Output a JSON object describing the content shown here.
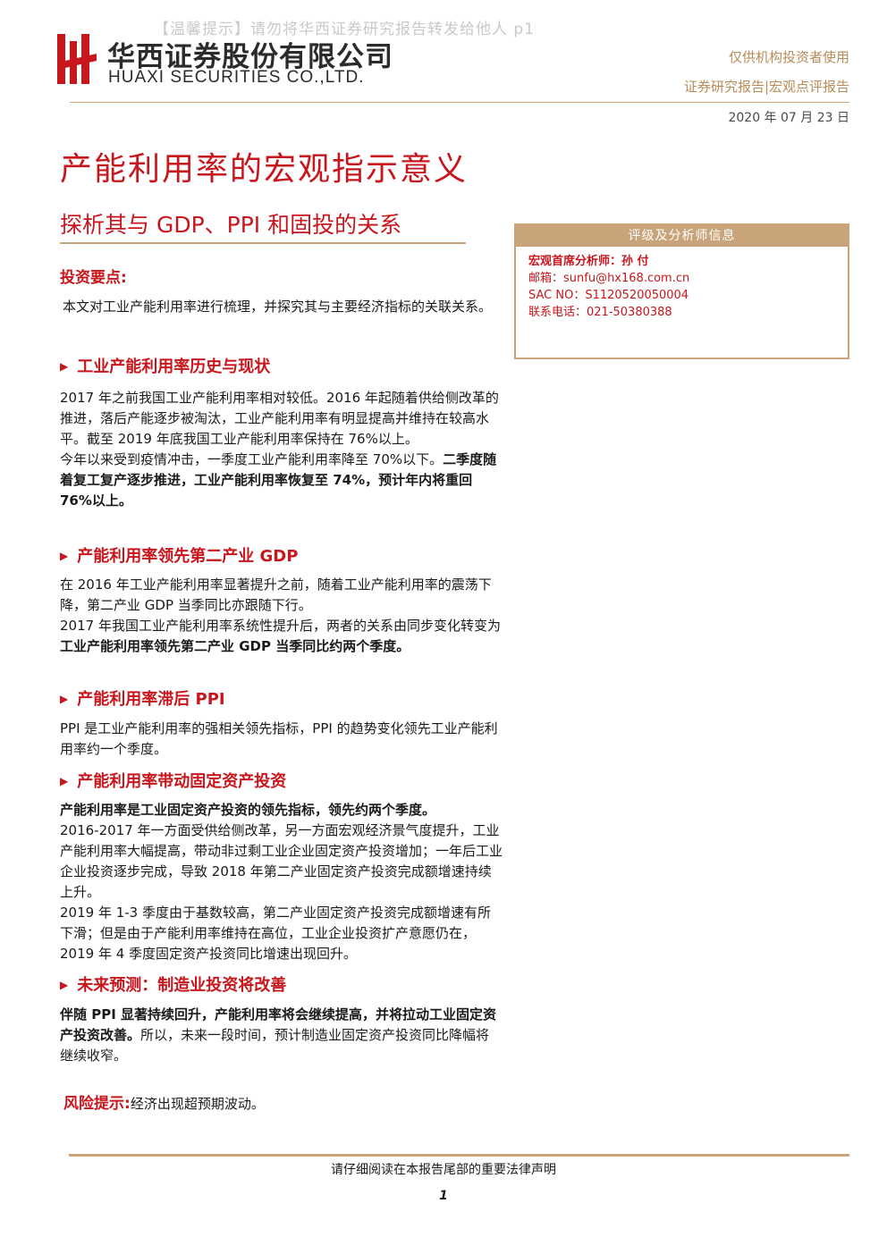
{
  "watermark": "【温馨提示】请勿将华西证券研究报告转发给他人 p1",
  "header": {
    "company_cn": "华西证券股份有限公司",
    "company_en": "HUAXI SECURITIES CO.,LTD.",
    "audience": "仅供机构投资者使用",
    "report_type": "证券研究报告|宏观点评报告",
    "date": "2020 年 07 月 23 日",
    "brand_color": "#c8161d",
    "accent_color": "#c9a47a"
  },
  "title": "产能利用率的宏观指示意义",
  "subtitle": "探析其与 GDP、PPI 和固投的关系",
  "key_points_label": "投资要点:",
  "intro": "本文对工业产能利用率进行梳理，并探究其与主要经济指标的关联关系。",
  "analyst_box": {
    "header": "评级及分析师信息",
    "name_line": "宏观首席分析师：孙 付",
    "email": "邮箱：sunfu@hx168.com.cn",
    "sac": "SAC NO：S1120520050004",
    "phone": "联系电话：021-50380388"
  },
  "sections": [
    {
      "heading": "工业产能利用率历史与现状",
      "p1": "2017 年之前我国工业产能利用率相对较低。2016 年起随着供给侧改革的推进，落后产能逐步被淘汰，工业产能利用率有明显提高并维持在较高水平。截至 2019 年底我国工业产能利用率保持在 76%以上。",
      "p2_normal": "今年以来受到疫情冲击，一季度工业产能利用率降至 70%以下。",
      "p2_bold": "二季度随着复工复产逐步推进，工业产能利用率恢复至 74%，预计年内将重回 76%以上。"
    },
    {
      "heading": "产能利用率领先第二产业 GDP",
      "p1": "在 2016 年工业产能利用率显著提升之前，随着工业产能利用率的震荡下降，第二产业 GDP 当季同比亦跟随下行。",
      "p2_normal": "2017 年我国工业产能利用率系统性提升后，两者的关系由同步变化转变为",
      "p2_bold": "工业产能利用率领先第二产业 GDP 当季同比约两个季度。"
    },
    {
      "heading": "产能利用率滞后 PPI",
      "p1": "PPI 是工业产能利用率的强相关领先指标，PPI 的趋势变化领先工业产能利用率约一个季度。"
    },
    {
      "heading": "产能利用率带动固定资产投资",
      "p1_bold": "产能利用率是工业固定资产投资的领先指标，领先约两个季度。",
      "p2": "2016-2017 年一方面受供给侧改革，另一方面宏观经济景气度提升，工业产能利用率大幅提高，带动非过剩工业企业固定资产投资增加；一年后工业企业投资逐步完成，导致 2018 年第二产业固定资产投资完成额增速持续上升。",
      "p3": "2019 年 1-3 季度由于基数较高，第二产业固定资产投资完成额增速有所下滑；但是由于产能利用率维持在高位，工业企业投资扩产意愿仍在，2019 年 4 季度固定资产投资同比增速出现回升。"
    },
    {
      "heading": "未来预测：制造业投资将改善",
      "p1_bold": "伴随 PPI 显著持续回升，产能利用率将会继续提高，并将拉动工业固定资产投资改善。",
      "p1_normal": "所以，未来一段时间，预计制造业固定资产投资同比降幅将继续收窄。"
    }
  ],
  "risk": {
    "label": "风险提示:",
    "text": "经济出现超预期波动。"
  },
  "footer": {
    "notice": "请仔细阅读在本报告尾部的重要法律声明",
    "page": "1"
  }
}
